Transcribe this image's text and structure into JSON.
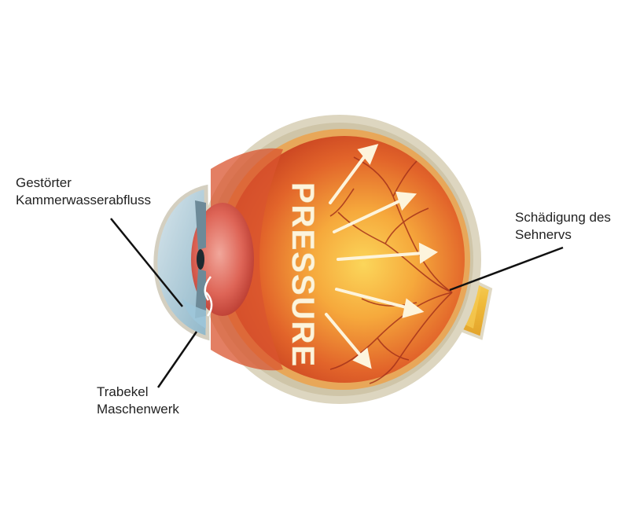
{
  "labels": {
    "outflow": [
      "Gestörter",
      "Kammerwasserabfluss"
    ],
    "trabecular": [
      "Trabekel",
      "Maschenwerk"
    ],
    "optic_nerve": [
      "Schädigung des",
      "Sehnervs"
    ]
  },
  "pressure_text": "PRESSURE",
  "colors": {
    "sclera": "#dcd6bf",
    "choroid": "#e7a052",
    "retina_inner": "#fbd24a",
    "vitreous_edge": "#c73a1e",
    "lens": "#d9574e",
    "cornea": "#aec8d6",
    "optic_nerve": "#f2c44a",
    "arrows": "#fdf4dc",
    "leader_lines": "#111111"
  }
}
